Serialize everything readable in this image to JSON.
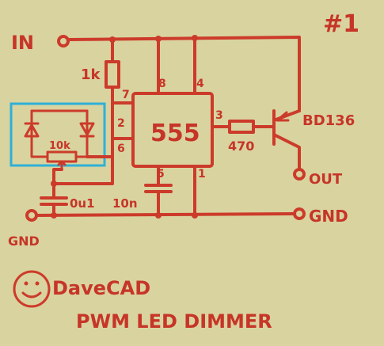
{
  "sheet": {
    "number_label": "#1",
    "signature": "DaveCAD",
    "title": "PWM LED DIMMER",
    "colors": {
      "paper": "#d9d3a0",
      "ink": "#cc3b2a",
      "highlight": "#2fb0d6"
    }
  },
  "schematic": {
    "labels": {
      "in": "IN",
      "gnd_left": "GND",
      "gnd_right": "GND",
      "out": "OUT",
      "ic": "555",
      "transistor": "BD136",
      "r_top": "1k",
      "r_pot": "10k",
      "r_base": "470",
      "c_timing": "0u1",
      "c_ctrl": "10n"
    },
    "pins": {
      "p8": "8",
      "p4": "4",
      "p7": "7",
      "p2": "2",
      "p6": "6",
      "p3": "3",
      "p5": "5",
      "p1": "1"
    }
  }
}
